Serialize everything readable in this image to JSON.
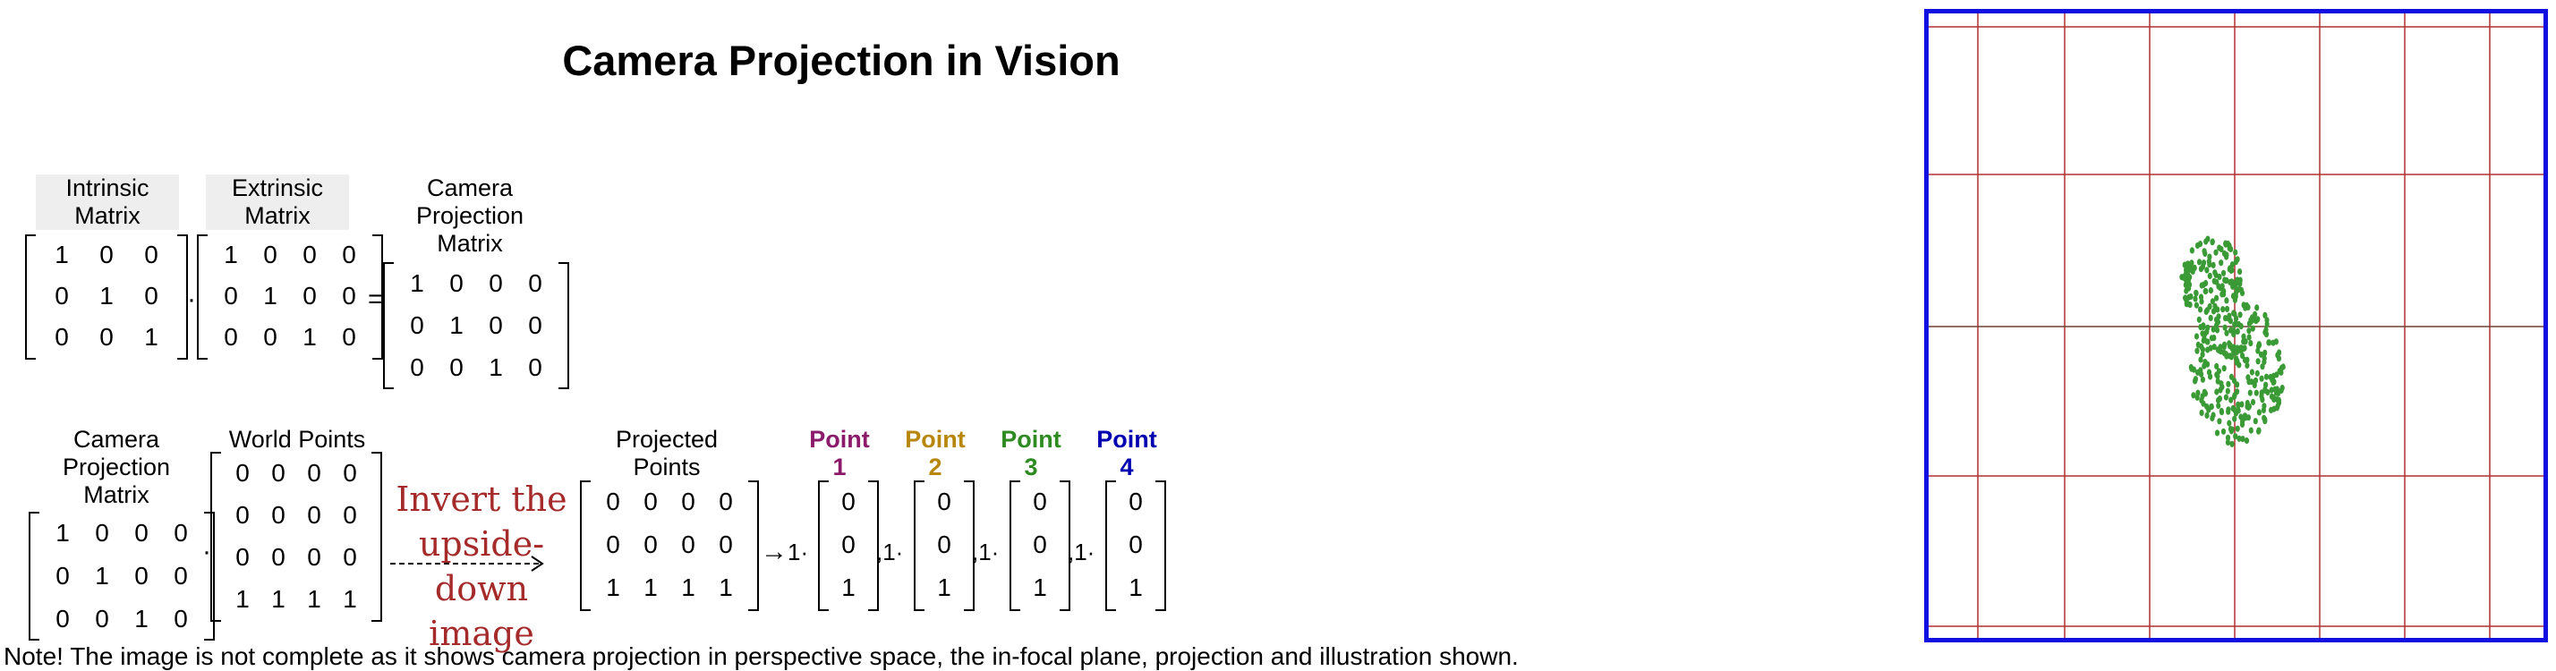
{
  "title": "Camera Projection in Vision",
  "labels": {
    "intrinsic": "Intrinsic\nMatrix",
    "extrinsic": "Extrinsic\nMatrix",
    "camera_projection": "Camera\nProjection\nMatrix",
    "camera_projection_2": "Camera\nProjection\nMatrix",
    "world_points": "World Points",
    "projected_points": "Projected\nPoints"
  },
  "operators": {
    "dot": "·",
    "equals": "=",
    "arrow": "→",
    "comma": ",",
    "one_dot": "1·"
  },
  "matrices": {
    "intrinsic": [
      [
        "1",
        "0",
        "0"
      ],
      [
        "0",
        "1",
        "0"
      ],
      [
        "0",
        "0",
        "1"
      ]
    ],
    "extrinsic": [
      [
        "1",
        "0",
        "0",
        "0"
      ],
      [
        "0",
        "1",
        "0",
        "0"
      ],
      [
        "0",
        "0",
        "1",
        "0"
      ]
    ],
    "camera": [
      [
        "1",
        "0",
        "0",
        "0"
      ],
      [
        "0",
        "1",
        "0",
        "0"
      ],
      [
        "0",
        "0",
        "1",
        "0"
      ]
    ],
    "camera2": [
      [
        "1",
        "0",
        "0",
        "0"
      ],
      [
        "0",
        "1",
        "0",
        "0"
      ],
      [
        "0",
        "0",
        "1",
        "0"
      ]
    ],
    "world": [
      [
        "0",
        "0",
        "0",
        "0"
      ],
      [
        "0",
        "0",
        "0",
        "0"
      ],
      [
        "0",
        "0",
        "0",
        "0"
      ],
      [
        "1",
        "1",
        "1",
        "1"
      ]
    ],
    "projected": [
      [
        "0",
        "0",
        "0",
        "0"
      ],
      [
        "0",
        "0",
        "0",
        "0"
      ],
      [
        "1",
        "1",
        "1",
        "1"
      ]
    ]
  },
  "invert_text": "Invert the\nupside-down\nimage",
  "points": [
    {
      "label": "Point\n1",
      "color": "#8b1a6b",
      "vector": [
        "0",
        "0",
        "1"
      ]
    },
    {
      "label": "Point\n2",
      "color": "#b8860b",
      "vector": [
        "0",
        "0",
        "1"
      ]
    },
    {
      "label": "Point\n3",
      "color": "#2e8b22",
      "vector": [
        "0",
        "0",
        "1"
      ]
    },
    {
      "label": "Point\n4",
      "color": "#0000b0",
      "vector": [
        "0",
        "0",
        "1"
      ]
    }
  ],
  "note": "Note! The image is not complete as it shows camera projection in perspective space, the in-focal plane, projection and illustration shown.",
  "colors": {
    "panel_border": "#1010e0",
    "grid": "#b03030",
    "points": "#3a9a35"
  }
}
